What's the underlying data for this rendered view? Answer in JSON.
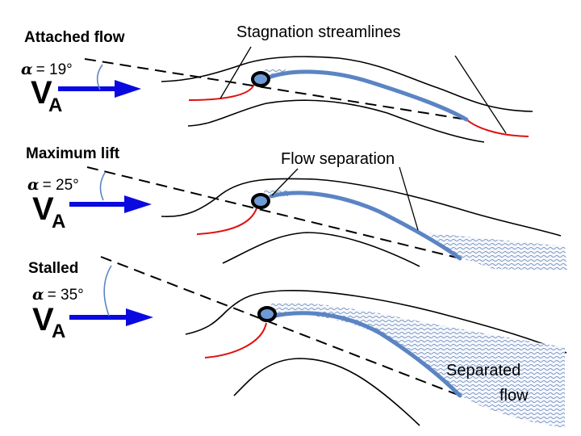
{
  "panels": [
    {
      "id": "attached",
      "title": "Attached flow",
      "alpha_symbol": "α",
      "alpha_text": "= 19°",
      "velocity_symbol": "V",
      "velocity_subscript": "A"
    },
    {
      "id": "max-lift",
      "title": "Maximum lift",
      "alpha_symbol": "α",
      "alpha_text": "= 25°",
      "velocity_symbol": "V",
      "velocity_subscript": "A"
    },
    {
      "id": "stalled",
      "title": "Stalled",
      "alpha_symbol": "α",
      "alpha_text": "= 35°",
      "velocity_symbol": "V",
      "velocity_subscript": "A"
    }
  ],
  "annotations": {
    "stagnation": "Stagnation streamlines",
    "separation": "Flow separation",
    "separated_line1": "Separated",
    "separated_line2": "flow"
  },
  "colors": {
    "velocity_arrow": "#0a0ae0",
    "airfoil": "#5b84c4",
    "stagnation_streamline": "#e01010",
    "streamline": "#000000",
    "wake_pattern": "#5b7bb0"
  }
}
